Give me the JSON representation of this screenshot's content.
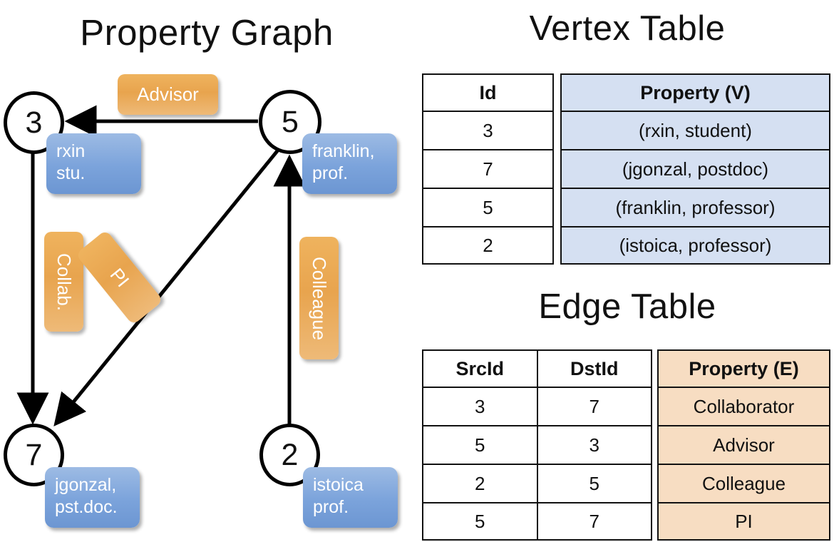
{
  "titles": {
    "property_graph": "Property Graph",
    "vertex_table": "Vertex Table",
    "edge_table": "Edge Table"
  },
  "graph": {
    "nodes": [
      {
        "id": "3",
        "label": "3",
        "property_line1": "rxin",
        "property_line2": "stu."
      },
      {
        "id": "5",
        "label": "5",
        "property_line1": "franklin,",
        "property_line2": "prof."
      },
      {
        "id": "7",
        "label": "7",
        "property_line1": "jgonzal,",
        "property_line2": "pst.doc."
      },
      {
        "id": "2",
        "label": "2",
        "property_line1": "istoica",
        "property_line2": "prof."
      }
    ],
    "edge_labels": [
      {
        "key": "advisor",
        "text": "Advisor"
      },
      {
        "key": "collab",
        "text": "Collab."
      },
      {
        "key": "pi",
        "text": "PI"
      },
      {
        "key": "colleague",
        "text": "Colleague"
      }
    ],
    "edges": [
      {
        "from": "5",
        "to": "3",
        "label": "Advisor"
      },
      {
        "from": "3",
        "to": "7",
        "label": "Collab."
      },
      {
        "from": "5",
        "to": "7",
        "label": "PI"
      },
      {
        "from": "2",
        "to": "5",
        "label": "Colleague"
      }
    ]
  },
  "vertex_table": {
    "headers": [
      "Id",
      "Property (V)"
    ],
    "rows": [
      {
        "id": "3",
        "property": "(rxin, student)"
      },
      {
        "id": "7",
        "property": "(jgonzal, postdoc)"
      },
      {
        "id": "5",
        "property": "(franklin, professor)"
      },
      {
        "id": "2",
        "property": "(istoica, professor)"
      }
    ]
  },
  "edge_table": {
    "headers": [
      "SrcId",
      "DstId",
      "Property (E)"
    ],
    "rows": [
      {
        "src": "3",
        "dst": "7",
        "property": "Collaborator"
      },
      {
        "src": "5",
        "dst": "3",
        "property": "Advisor"
      },
      {
        "src": "2",
        "dst": "5",
        "property": "Colleague"
      },
      {
        "src": "5",
        "dst": "7",
        "property": "PI"
      }
    ]
  },
  "colors": {
    "vertex_fill": "#d5e0f2",
    "edge_fill": "#f7ddc2",
    "node_box": "#7ba3db",
    "edge_box": "#e8a44e",
    "stroke": "#111111"
  }
}
